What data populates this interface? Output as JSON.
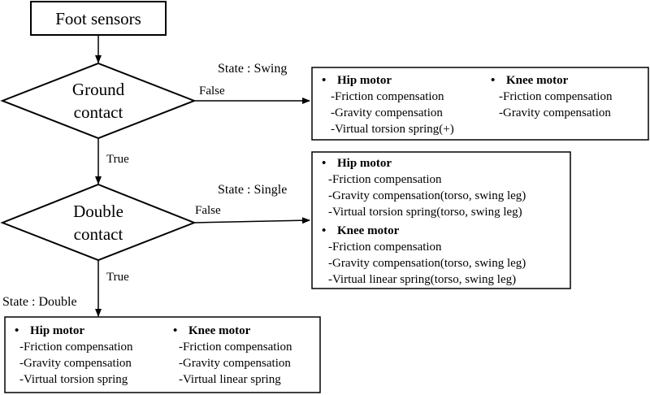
{
  "start": {
    "label": "Foot sensors"
  },
  "decisions": {
    "ground": {
      "line1": "Ground",
      "line2": "contact"
    },
    "double": {
      "line1": "Double",
      "line2": "contact"
    }
  },
  "edges": {
    "ground_false": "False",
    "ground_true": "True",
    "double_false": "False",
    "double_true": "True"
  },
  "states": {
    "swing": "State : Swing",
    "single": "State : Single",
    "double": "State : Double"
  },
  "bullet": "•",
  "swing_box": {
    "hip_title": "Hip motor",
    "hip_items": [
      "-Friction compensation",
      "-Gravity compensation",
      "-Virtual torsion spring(+)"
    ],
    "knee_title": "Knee motor",
    "knee_items": [
      "-Friction compensation",
      "-Gravity compensation"
    ]
  },
  "single_box": {
    "hip_title": "Hip motor",
    "hip_items": [
      "-Friction compensation",
      "-Gravity compensation(torso, swing leg)",
      "-Virtual torsion spring(torso, swing leg)"
    ],
    "knee_title": "Knee motor",
    "knee_items": [
      "-Friction compensation",
      "-Gravity compensation(torso, swing leg)",
      "-Virtual linear spring(torso, swing leg)"
    ]
  },
  "double_box": {
    "hip_title": "Hip motor",
    "hip_items": [
      "-Friction compensation",
      "-Gravity compensation",
      "-Virtual torsion spring"
    ],
    "knee_title": "Knee motor",
    "knee_items": [
      "-Friction compensation",
      "-Gravity compensation",
      "-Virtual linear spring"
    ]
  }
}
